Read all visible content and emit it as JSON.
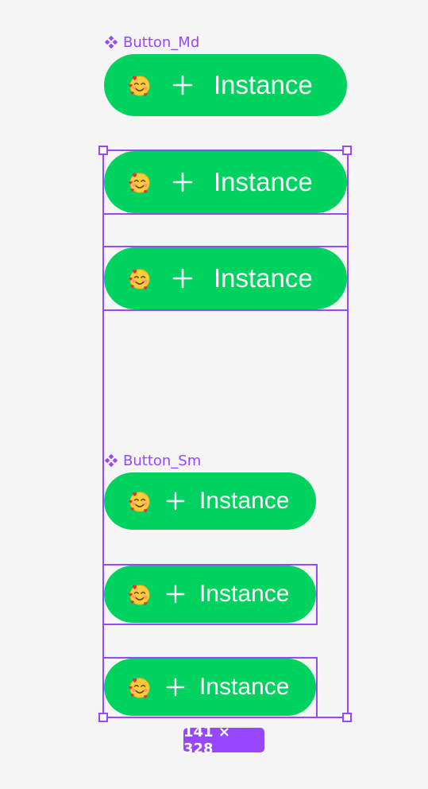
{
  "components": {
    "md": {
      "name": "Button_Md"
    },
    "sm": {
      "name": "Button_Sm"
    }
  },
  "buttons": {
    "md": [
      "Instance",
      "Instance",
      "Instance"
    ],
    "sm": [
      "Instance",
      "Instance",
      "Instance"
    ]
  },
  "icons": {
    "component": "component-diamond-icon",
    "emoji": "smiling-face-with-hearts-icon",
    "plus": "plus-icon"
  },
  "selection": {
    "size_label": "141 × 328"
  },
  "colors": {
    "button_bg": "#00d260",
    "selection": "#9747ff",
    "canvas_bg": "#f5f5f5",
    "button_text": "#ffffff"
  }
}
